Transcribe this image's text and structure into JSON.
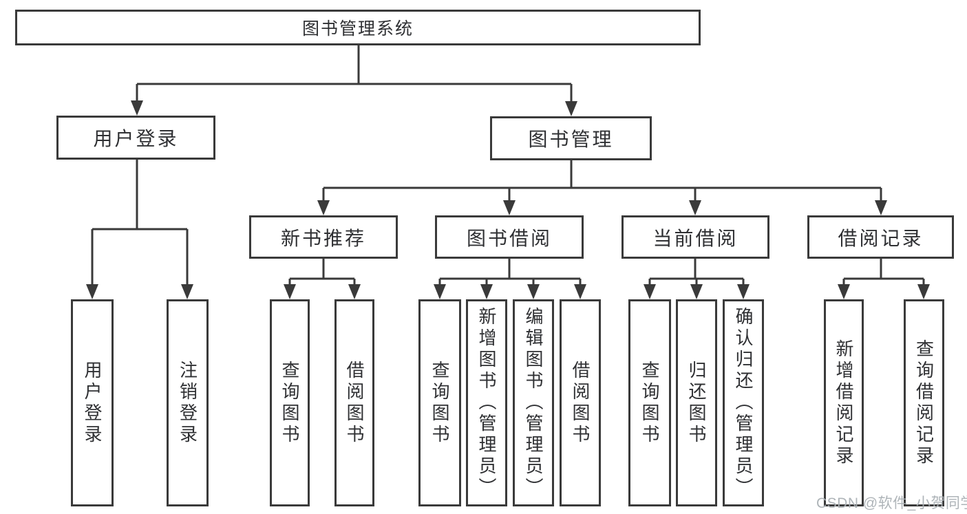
{
  "diagram": {
    "root": {
      "label": "图书管理系统",
      "children": [
        {
          "label": "用户登录",
          "children": [
            {
              "label": "用户登录"
            },
            {
              "label": "注销登录"
            }
          ]
        },
        {
          "label": "图书管理",
          "children": [
            {
              "label": "新书推荐",
              "children": [
                {
                  "label": "查询图书"
                },
                {
                  "label": "借阅图书"
                }
              ]
            },
            {
              "label": "图书借阅",
              "children": [
                {
                  "label": "查询图书"
                },
                {
                  "label": "新增图书（管理员）"
                },
                {
                  "label": "编辑图书（管理员）"
                },
                {
                  "label": "借阅图书"
                }
              ]
            },
            {
              "label": "当前借阅",
              "children": [
                {
                  "label": "查询图书"
                },
                {
                  "label": "归还图书"
                },
                {
                  "label": "确认归还（管理员）"
                }
              ]
            },
            {
              "label": "借阅记录",
              "children": [
                {
                  "label": "新增借阅记录"
                },
                {
                  "label": "查询借阅记录"
                }
              ]
            }
          ]
        }
      ]
    }
  },
  "watermark": "CSDN @软件_小贺同学",
  "colors": {
    "line": "#3a3a3a",
    "text": "#2f3033",
    "background": "#ffffff",
    "watermark": "#aab0b5"
  }
}
